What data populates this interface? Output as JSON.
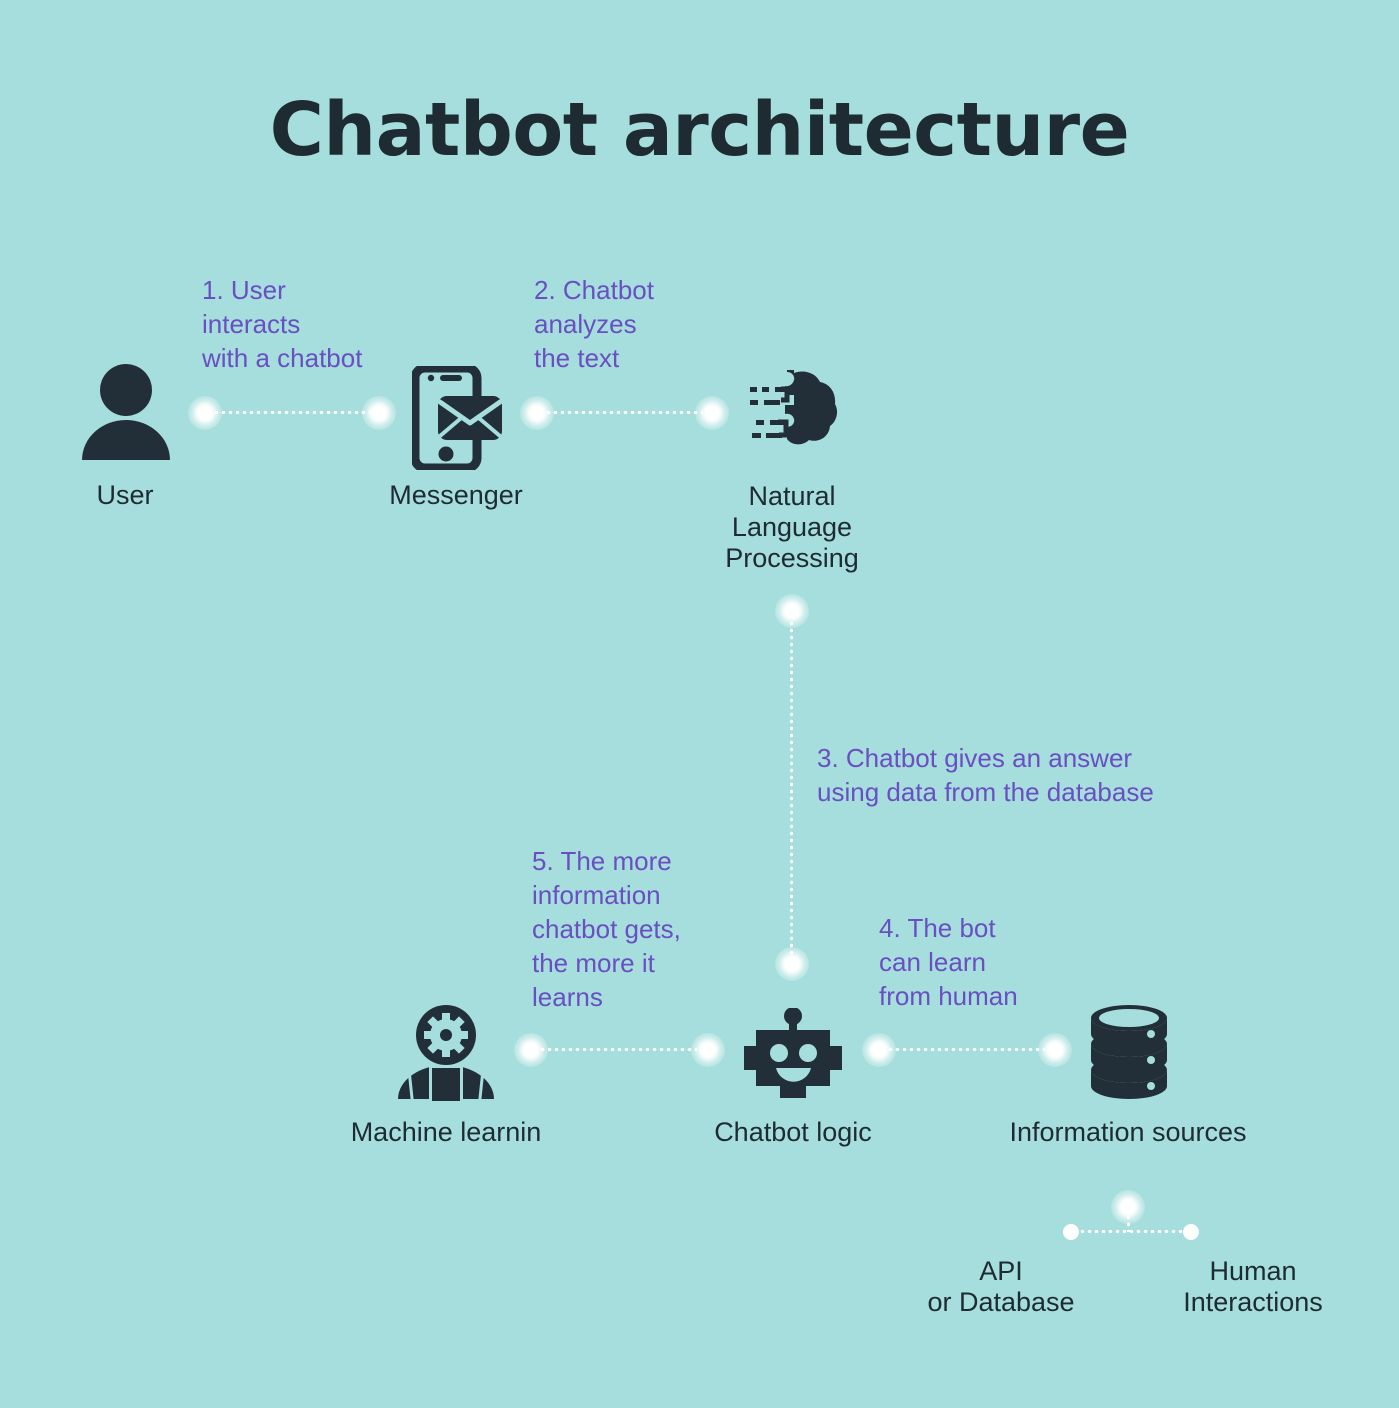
{
  "title": "Chatbot architecture",
  "colors": {
    "background": "#a5dedc",
    "icon_dark": "#232f38",
    "step_text": "#6a4fc2",
    "label_text": "#1f2b33",
    "connector": "#ffffff"
  },
  "steps": [
    {
      "id": "step-1",
      "text": "1. User\ninteracts\nwith a chatbot"
    },
    {
      "id": "step-2",
      "text": "2. Chatbot\nanalyzes\nthe text"
    },
    {
      "id": "step-3",
      "text": "3. Chatbot gives an answer\nusing data from the database"
    },
    {
      "id": "step-4",
      "text": "4. The bot\ncan learn\nfrom human"
    },
    {
      "id": "step-5",
      "text": "5. The more\ninformation\nchatbot gets,\nthe more it\nlearns"
    }
  ],
  "nodes": [
    {
      "id": "user",
      "label": "User",
      "icon": "user-icon"
    },
    {
      "id": "messenger",
      "label": "Messenger",
      "icon": "messenger-phone-envelope-icon"
    },
    {
      "id": "nlp",
      "label": "Natural\nLanguage\nProcessing",
      "icon": "brain-circuit-icon"
    },
    {
      "id": "machine-learning",
      "label": "Machine learnin",
      "icon": "gear-head-person-icon"
    },
    {
      "id": "chatbot-logic",
      "label": "Chatbot logic",
      "icon": "robot-head-icon"
    },
    {
      "id": "information-sources",
      "label": "Information sources",
      "icon": "database-stack-icon"
    },
    {
      "id": "api-or-database",
      "label": "API\nor Database",
      "icon": ""
    },
    {
      "id": "human-interactions",
      "label": "Human\nInteractions",
      "icon": ""
    }
  ]
}
